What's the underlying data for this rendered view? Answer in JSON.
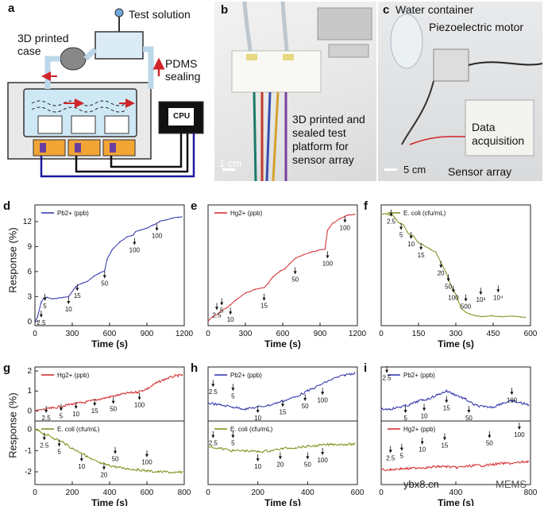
{
  "panel_a": {
    "label": "a",
    "test_solution": "Test solution",
    "case_label": "3D printed\ncase",
    "pdms_label": "PDMS\nsealing",
    "cpu_label": "CPU"
  },
  "panel_b": {
    "label": "b",
    "caption": "3D printed and\nsealed test\nplatform for\nsensor array",
    "scale": "1 cm"
  },
  "panel_c": {
    "label": "c",
    "water": "Water container",
    "piezo": "Piezoelectric motor",
    "daq": "Data\nacquisition",
    "scale": "5 cm",
    "sensor": "Sensor array"
  },
  "y_axis_label_top": "Response (%)",
  "y_axis_label_bottom": "Response (%)",
  "x_axis_label": "Time (s)",
  "watermark": {
    "site": "ybx8.cn",
    "brand": "MEMS"
  },
  "colors": {
    "blue": "#2b2fa8",
    "red": "#d0252a",
    "olive": "#7a8a12"
  },
  "chart_data": [
    {
      "id": "d",
      "label": "d",
      "type": "line",
      "color": "blue",
      "legend": "Pb2+ (ppb)",
      "xlim": [
        0,
        1200
      ],
      "ylim": [
        -0.5,
        14
      ],
      "xticks": [
        0,
        300,
        600,
        900,
        1200
      ],
      "yticks": [
        0,
        3,
        6,
        9,
        12
      ],
      "x": [
        0,
        20,
        50,
        70,
        100,
        140,
        180,
        230,
        270,
        300,
        330,
        380,
        420,
        470,
        520,
        560,
        580,
        620,
        680,
        740,
        790,
        810,
        850,
        900,
        950,
        980,
        1000,
        1050,
        1100,
        1150,
        1180
      ],
      "y": [
        0,
        0.5,
        2.3,
        2.8,
        2.9,
        2.7,
        2.8,
        2.9,
        3.0,
        3.6,
        4.2,
        4.6,
        4.8,
        5.4,
        5.8,
        6.1,
        7.5,
        8.6,
        9.5,
        10.2,
        10.4,
        10.8,
        11.0,
        11.2,
        11.6,
        11.8,
        12.0,
        12.2,
        12.4,
        12.5,
        12.6
      ],
      "annotations": [
        {
          "text": "2.5",
          "x": 50,
          "y": 0.0
        },
        {
          "text": "5",
          "x": 80,
          "y": 2.0
        },
        {
          "text": "10",
          "x": 270,
          "y": 1.6
        },
        {
          "text": "15",
          "x": 340,
          "y": 3.2
        },
        {
          "text": "50",
          "x": 560,
          "y": 4.7
        },
        {
          "text": "100",
          "x": 800,
          "y": 8.7
        },
        {
          "text": "100",
          "x": 980,
          "y": 10.4
        }
      ]
    },
    {
      "id": "e",
      "label": "e",
      "type": "line",
      "color": "red",
      "legend": "Hg2+ (ppb)",
      "xlim": [
        0,
        1200
      ],
      "ylim": [
        -1,
        25
      ],
      "xticks": [
        0,
        300,
        600,
        900,
        1200
      ],
      "yticks": [],
      "x": [
        0,
        40,
        80,
        110,
        150,
        180,
        220,
        300,
        380,
        450,
        480,
        520,
        580,
        620,
        660,
        700,
        760,
        820,
        880,
        940,
        960,
        1000,
        1060,
        1120,
        1180
      ],
      "y": [
        0,
        1.0,
        1.5,
        2.3,
        2.8,
        3.5,
        4.5,
        6.0,
        6.8,
        7.2,
        8.0,
        9.5,
        10.8,
        11.3,
        12.5,
        13.5,
        14.2,
        14.8,
        15.2,
        15.5,
        19.5,
        21.0,
        22.0,
        22.8,
        23.0
      ],
      "annotations": [
        {
          "text": "2.5",
          "x": 70,
          "y": 1.5
        },
        {
          "text": "5",
          "x": 110,
          "y": 2.5
        },
        {
          "text": "10",
          "x": 180,
          "y": 0.5
        },
        {
          "text": "15",
          "x": 450,
          "y": 3.5
        },
        {
          "text": "50",
          "x": 700,
          "y": 9.2
        },
        {
          "text": "100",
          "x": 960,
          "y": 12.6
        },
        {
          "text": "100",
          "x": 1100,
          "y": 20.3
        }
      ]
    },
    {
      "id": "f",
      "label": "f",
      "type": "line",
      "color": "olive",
      "legend": "E. coli (cfu/mL)",
      "xlim": [
        0,
        600
      ],
      "ylim": [
        -50,
        4
      ],
      "xticks": [
        0,
        150,
        300,
        450,
        600
      ],
      "yticks": [],
      "x": [
        0,
        20,
        50,
        70,
        90,
        110,
        130,
        150,
        170,
        200,
        220,
        240,
        260,
        280,
        300,
        320,
        340,
        360,
        380,
        400,
        440,
        480,
        520,
        560,
        580
      ],
      "y": [
        0,
        0,
        -1,
        -4,
        -5,
        -9,
        -10,
        -13,
        -14,
        -16,
        -17,
        -22,
        -26,
        -32,
        -36,
        -42,
        -44,
        -45,
        -45.5,
        -46,
        -45.5,
        -46,
        -45.8,
        -46,
        -46.3
      ],
      "annotations": [
        {
          "text": "2.5",
          "x": 40,
          "y": -3
        },
        {
          "text": "5",
          "x": 80,
          "y": -9
        },
        {
          "text": "10",
          "x": 120,
          "y": -13
        },
        {
          "text": "15",
          "x": 160,
          "y": -18
        },
        {
          "text": "20",
          "x": 240,
          "y": -26
        },
        {
          "text": "50",
          "x": 270,
          "y": -32
        },
        {
          "text": "100",
          "x": 290,
          "y": -37
        },
        {
          "text": "500",
          "x": 340,
          "y": -41
        },
        {
          "text": "10³",
          "x": 400,
          "y": -38
        },
        {
          "text": "10⁴",
          "x": 470,
          "y": -37
        }
      ]
    },
    {
      "id": "g_top",
      "label": "g",
      "type": "line",
      "color": "red",
      "legend": "Hg2+ (ppb)",
      "xlim": [
        0,
        800
      ],
      "ylim": [
        -0.5,
        2.2
      ],
      "xticks": [],
      "yticks": [
        0,
        1,
        2
      ],
      "x": [
        0,
        60,
        100,
        150,
        200,
        250,
        300,
        350,
        400,
        450,
        500,
        550,
        600,
        650,
        700,
        750,
        790
      ],
      "y": [
        0,
        0.1,
        0.15,
        0.25,
        0.35,
        0.4,
        0.5,
        0.6,
        0.7,
        0.8,
        0.9,
        0.95,
        1.1,
        1.4,
        1.6,
        1.75,
        1.8
      ],
      "annotations": [
        {
          "text": "2.5",
          "x": 60,
          "y": -0.3
        },
        {
          "text": "5",
          "x": 140,
          "y": -0.2
        },
        {
          "text": "10",
          "x": 220,
          "y": -0.1
        },
        {
          "text": "15",
          "x": 320,
          "y": 0.05
        },
        {
          "text": "50",
          "x": 420,
          "y": 0.15
        },
        {
          "text": "100",
          "x": 560,
          "y": 0.35
        }
      ]
    },
    {
      "id": "g_bot",
      "label": "",
      "type": "line",
      "color": "olive",
      "legend": "E. coli (cfu/mL)",
      "xlim": [
        0,
        800
      ],
      "ylim": [
        -2.6,
        0.4
      ],
      "xticks": [
        0,
        200,
        400,
        600,
        800
      ],
      "yticks": [
        0,
        -1,
        -2
      ],
      "x": [
        0,
        50,
        100,
        150,
        200,
        250,
        300,
        350,
        400,
        450,
        500,
        550,
        600,
        650,
        700,
        750,
        790
      ],
      "y": [
        0,
        -0.2,
        -0.4,
        -0.6,
        -0.9,
        -1.1,
        -1.4,
        -1.6,
        -1.7,
        -1.8,
        -1.85,
        -1.9,
        -1.95,
        -2.0,
        -2.0,
        -2.05,
        -2.0
      ],
      "annotations": [
        {
          "text": "2.5",
          "x": 50,
          "y": -0.7
        },
        {
          "text": "5",
          "x": 130,
          "y": -1.0
        },
        {
          "text": "10",
          "x": 250,
          "y": -1.7
        },
        {
          "text": "20",
          "x": 370,
          "y": -2.1
        },
        {
          "text": "50",
          "x": 430,
          "y": -1.35
        },
        {
          "text": "100",
          "x": 600,
          "y": -1.5
        }
      ]
    },
    {
      "id": "h_top",
      "label": "h",
      "type": "line",
      "color": "blue",
      "legend": "Pb2+ (ppb)",
      "xlim": [
        0,
        600
      ],
      "ylim": [
        -0.5,
        2.2
      ],
      "xticks": [],
      "yticks": [],
      "x": [
        0,
        50,
        100,
        150,
        200,
        250,
        300,
        350,
        400,
        450,
        500,
        550,
        590
      ],
      "y": [
        0.4,
        0.3,
        0.2,
        0.1,
        0.2,
        0.3,
        0.5,
        0.7,
        1.0,
        1.3,
        1.6,
        1.8,
        1.9
      ],
      "annotations": [
        {
          "text": "2.5",
          "x": 20,
          "y": 1.0
        },
        {
          "text": "5",
          "x": 100,
          "y": 0.8
        },
        {
          "text": "10",
          "x": 200,
          "y": -0.3
        },
        {
          "text": "15",
          "x": 300,
          "y": 0.0
        },
        {
          "text": "50",
          "x": 390,
          "y": 0.3
        },
        {
          "text": "100",
          "x": 460,
          "y": 0.6
        }
      ]
    },
    {
      "id": "h_bot",
      "label": "",
      "type": "line",
      "color": "olive",
      "legend": "E. coli (cfu/mL)",
      "xlim": [
        0,
        600
      ],
      "ylim": [
        -2.6,
        0.4
      ],
      "xticks": [
        0,
        200,
        400,
        600
      ],
      "yticks": [],
      "x": [
        0,
        50,
        100,
        150,
        200,
        250,
        300,
        350,
        400,
        450,
        500,
        550,
        590
      ],
      "y": [
        -0.8,
        -0.9,
        -1.0,
        -1.0,
        -1.05,
        -1.0,
        -0.9,
        -0.85,
        -0.8,
        -0.75,
        -0.7,
        -0.7,
        -0.7
      ],
      "annotations": [
        {
          "text": "2.5",
          "x": 20,
          "y": -0.6
        },
        {
          "text": "5",
          "x": 100,
          "y": -0.6
        },
        {
          "text": "10",
          "x": 200,
          "y": -1.7
        },
        {
          "text": "20",
          "x": 290,
          "y": -1.6
        },
        {
          "text": "50",
          "x": 400,
          "y": -1.6
        },
        {
          "text": "100",
          "x": 460,
          "y": -1.4
        }
      ]
    },
    {
      "id": "i_top",
      "label": "i",
      "type": "line",
      "color": "blue",
      "legend": "Pb2+ (ppb)",
      "xlim": [
        0,
        800
      ],
      "ylim": [
        -0.5,
        2.2
      ],
      "xticks": [],
      "yticks": [],
      "x": [
        0,
        50,
        100,
        150,
        200,
        250,
        300,
        350,
        400,
        450,
        500,
        550,
        600,
        650,
        700,
        750,
        790
      ],
      "y": [
        0.1,
        0.1,
        0.2,
        0.3,
        0.5,
        0.6,
        0.8,
        1.0,
        0.8,
        0.6,
        0.3,
        0.2,
        0.2,
        0.4,
        0.5,
        0.4,
        0.3
      ],
      "annotations": [
        {
          "text": "2.5",
          "x": 30,
          "y": 1.7
        },
        {
          "text": "5",
          "x": 130,
          "y": -0.3
        },
        {
          "text": "10",
          "x": 230,
          "y": -0.2
        },
        {
          "text": "15",
          "x": 350,
          "y": 0.2
        },
        {
          "text": "50",
          "x": 470,
          "y": -0.3
        },
        {
          "text": "100",
          "x": 700,
          "y": 0.6
        }
      ]
    },
    {
      "id": "i_bot",
      "label": "",
      "type": "line",
      "color": "red",
      "legend": "Hg2+ (ppb)",
      "xlim": [
        0,
        800
      ],
      "ylim": [
        -2.6,
        0.4
      ],
      "xticks": [
        0,
        400,
        800
      ],
      "yticks": [],
      "x": [
        0,
        50,
        100,
        150,
        200,
        250,
        300,
        350,
        400,
        450,
        500,
        550,
        600,
        650,
        700,
        750,
        790
      ],
      "y": [
        -1.9,
        -1.9,
        -1.85,
        -1.85,
        -1.8,
        -1.8,
        -1.75,
        -1.75,
        -1.8,
        -1.75,
        -1.7,
        -1.7,
        -1.65,
        -1.6,
        -1.6,
        -1.55,
        -1.5
      ],
      "annotations": [
        {
          "text": "2.5",
          "x": 50,
          "y": -1.3
        },
        {
          "text": "5",
          "x": 110,
          "y": -1.2
        },
        {
          "text": "10",
          "x": 220,
          "y": -0.9
        },
        {
          "text": "15",
          "x": 340,
          "y": -0.7
        },
        {
          "text": "50",
          "x": 580,
          "y": -0.6
        },
        {
          "text": "100",
          "x": 740,
          "y": -0.2
        }
      ]
    }
  ]
}
